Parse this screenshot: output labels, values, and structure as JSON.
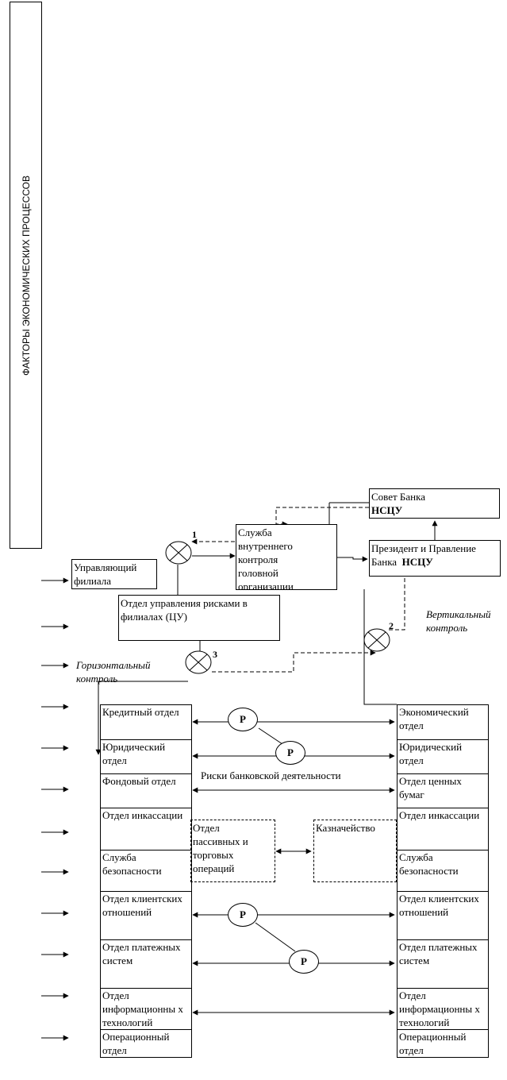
{
  "vertical_banner": "ФАКТОРЫ ЭКОНОМИЧЕСКИХ ПРОЦЕССОВ",
  "sovet": {
    "line1": "Совет Банка",
    "line2": "НСЦУ"
  },
  "president": {
    "line1": "Президент и Правление",
    "line2a": "Банка",
    "line2b": "НСЦУ"
  },
  "sluzhba": "Служба внутреннего контроля головной организации банка",
  "upravl_filial": "Управляющий филиала",
  "otdel_riskami": "Отдел управления рисками в филиалах (ЦУ)",
  "horizontal_label": "Горизонтальный контроль",
  "vertical_label": "Вертикальный контроль",
  "markers": {
    "m1": "1",
    "m2": "2",
    "m3": "3"
  },
  "risk_label": "Риски банковской деятельности",
  "p_label": "Р",
  "passive_ops": "Отдел пассивных и торговых операций",
  "treasury": "Казначейство",
  "left_column": [
    "Кредитный отдел",
    "Юридический отдел",
    "Фондовый отдел",
    "Отдел инкассации",
    "Служба безопасности",
    "Отдел клиентских отношений",
    "Отдел платежных систем",
    "Отдел информационны х технологий",
    "Операционный отдел"
  ],
  "right_column": [
    "Экономический отдел",
    "Юридический отдел",
    "Отдел ценных бумаг",
    "Отдел инкассации",
    "Служба безопасности",
    "Отдел клиентских отношений",
    "Отдел платежных систем",
    "Отдел информационны х технологий",
    "Операционный отдел"
  ]
}
